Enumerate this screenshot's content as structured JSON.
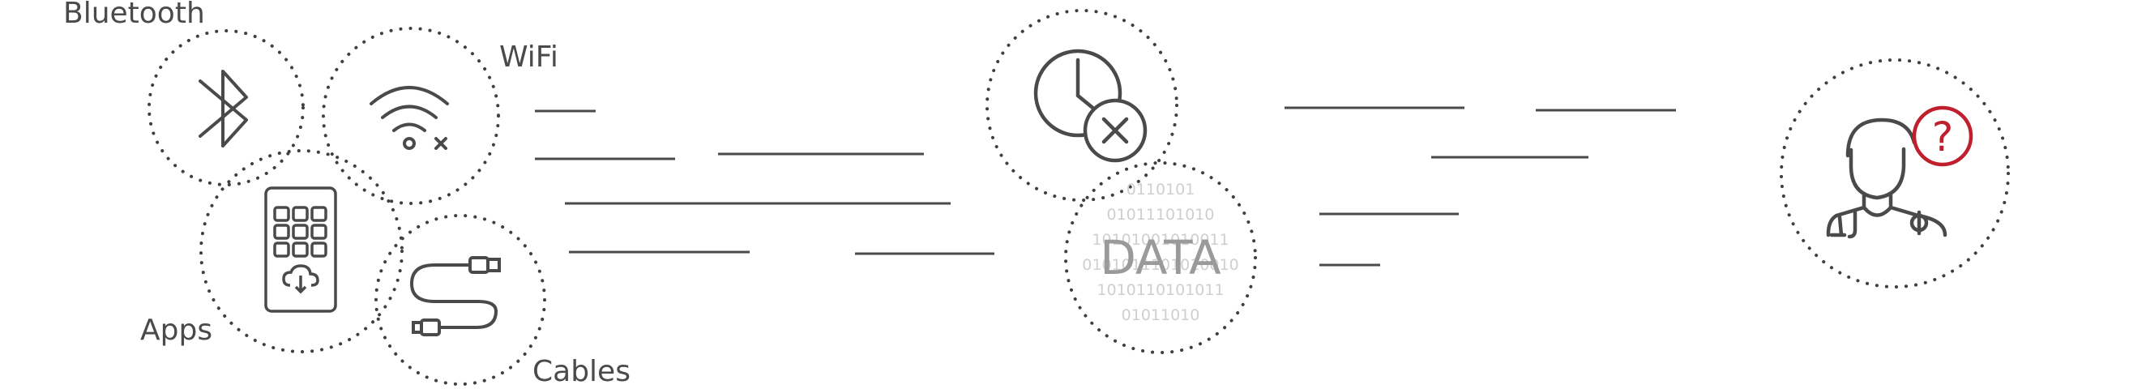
{
  "connectivity": {
    "bluetooth_label": "Bluetooth",
    "wifi_label": "WiFi",
    "apps_label": "Apps",
    "cables_label": "Cables",
    "icons": [
      "bluetooth-icon",
      "wifi-off-icon",
      "phone-app-grid-icon",
      "usb-cable-icon"
    ]
  },
  "data_block": {
    "label": "DATA",
    "binary_lines": [
      "0110101",
      "01011101010",
      "10101001010011",
      "0101011101010010",
      "1010110101011",
      "01011010"
    ],
    "icons": [
      "clock-cancel-icon"
    ]
  },
  "doctor": {
    "question_mark": "?",
    "icons": [
      "doctor-icon",
      "question-circle-icon"
    ]
  },
  "colors": {
    "stroke": "#4a4a4a",
    "dots": "#3f3f3f",
    "accent_red": "#c0202e",
    "binary_text": "#cfcfcf",
    "data_text": "#9a9a9a"
  }
}
